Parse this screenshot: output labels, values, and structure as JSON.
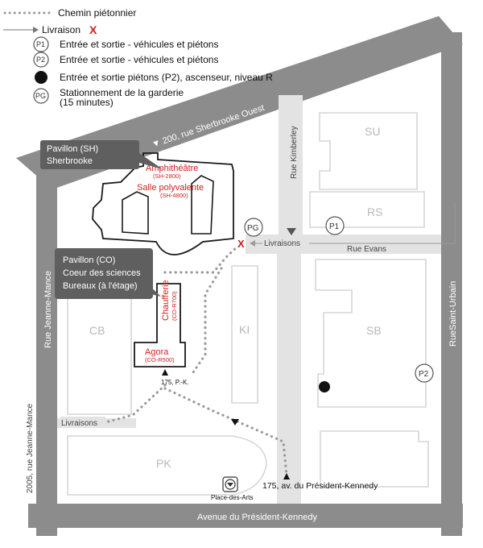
{
  "legend": {
    "pedestrian_path": "Chemin piétonnier",
    "delivery": "Livraison",
    "delivery_mark": "X",
    "p1_badge": "P1",
    "p1_text": "Entrée et sortie - véhicules et piétons",
    "p2_badge": "P2",
    "p2_text": "Entrée et sortie - véhicules et piétons",
    "dot_text": "Entrée et sortie piétons (P2), ascenseur, niveau R",
    "pg_badge": "PG",
    "pg_text_line1": "Stationnement de la garderie",
    "pg_text_line2": "(15 minutes)"
  },
  "streets": {
    "sherbrooke": "▼  200, rue Sherbrooke Ouest",
    "kimberley": "Rue Kimberley",
    "evans": "Rue Evans",
    "deliveries_evans": "Livraisons",
    "jeanne_mance": "Rue Jeanne-Mance",
    "jeanne_mance_address": "2005, rue Jeanne-Mance",
    "deliveries_west": "Livraisons",
    "saint_urbain": "RueSaint-Urbain",
    "president_kennedy": "Avenue du Président-Kennedy",
    "pk_address": "175, av. du Président-Kennedy",
    "pk_entrance": "175, P.-K."
  },
  "buildings": {
    "su": "SU",
    "rs": "RS",
    "ki": "KI",
    "sb": "SB",
    "cb": "CB",
    "pk": "PK"
  },
  "rooms": {
    "amphitheatre": "Amphithéâtre",
    "amphitheatre_code": "(SH-2800)",
    "salle": "Salle polyvalente",
    "salle_code": "(SH-4800)",
    "chaufferie": "Chaufferie",
    "chaufferie_code": "(CO-R700)",
    "agora": "Agora",
    "agora_code": "(CO-R500)"
  },
  "callouts": {
    "sh_line1": "Pavillon (SH)",
    "sh_line2": "Sherbrooke",
    "co_line1": "Pavillon (CO)",
    "co_line2": "Coeur des sciences",
    "co_line3": "Bureaux (à l'étage)"
  },
  "markers": {
    "pg": "PG",
    "p1": "P1",
    "p2": "P2",
    "delivery_x": "X"
  },
  "metro": {
    "station": "Place-des-Arts"
  },
  "colors": {
    "road": "#8c8c8c",
    "minor_road": "#e3e3e3",
    "building_outline": "#d6d6d6",
    "accent_red": "#d11e1e",
    "callout": "#5f5f5f",
    "path_dots": "#9a9a9a"
  }
}
